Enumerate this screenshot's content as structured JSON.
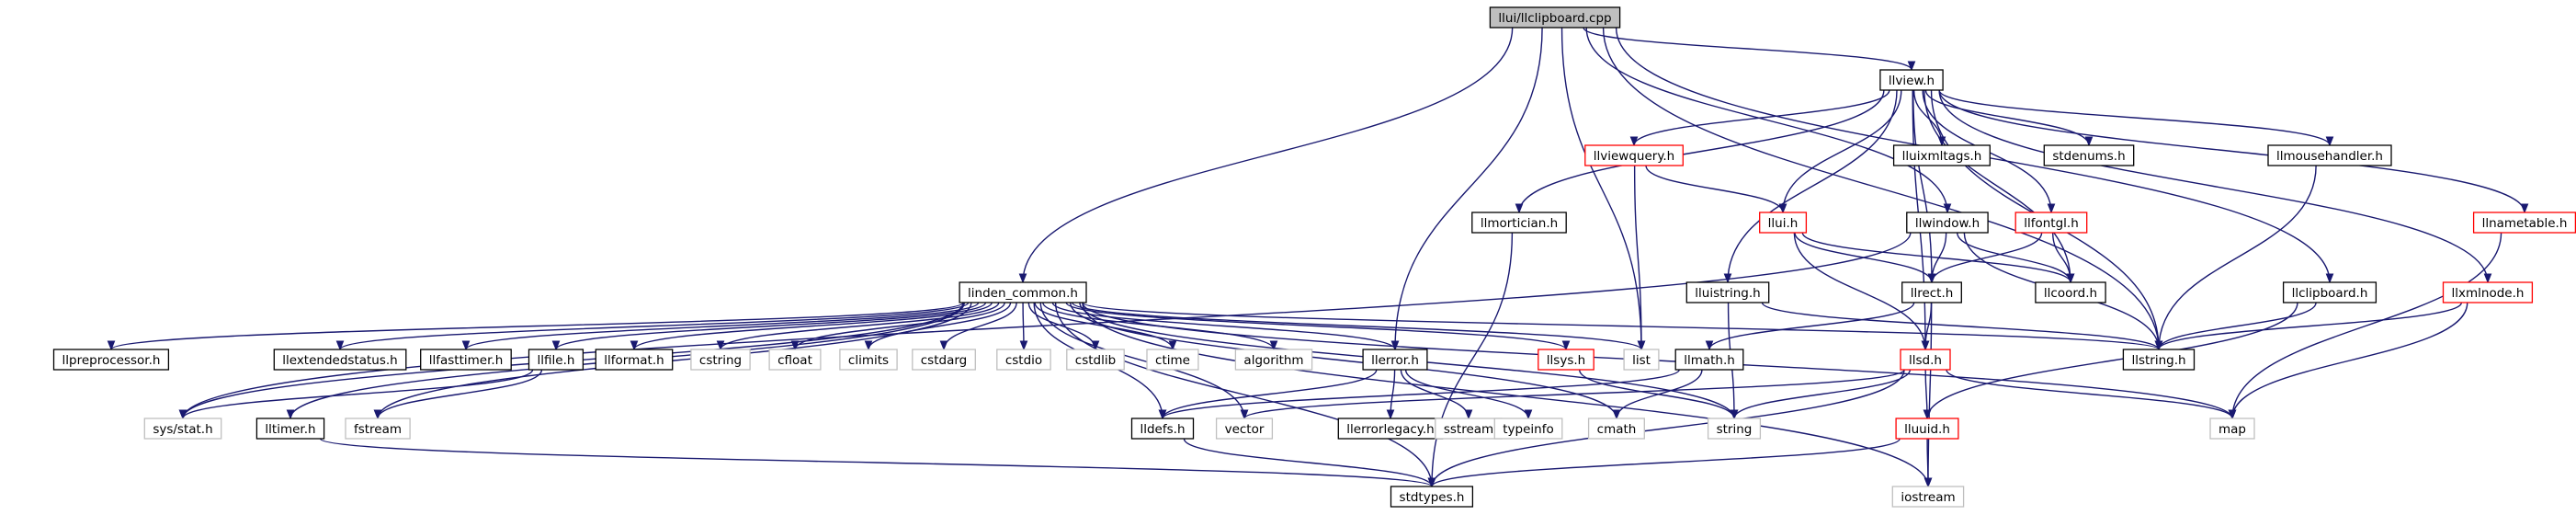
{
  "colors": {
    "edge": "#191970",
    "root_fill": "#bfbfbf",
    "normal_border": "#000000",
    "doc_missing_border": "#ff0000",
    "system_border": "#bfbfbf"
  },
  "graph": {
    "nodes": [
      {
        "id": "llclipboard_cpp",
        "label": "llui/llclipboard.cpp",
        "style": "root"
      },
      {
        "id": "llview_h",
        "label": "llview.h",
        "style": "normal"
      },
      {
        "id": "llviewquery_h",
        "label": "llviewquery.h",
        "style": "red"
      },
      {
        "id": "lluixmltags_h",
        "label": "lluixmltags.h",
        "style": "normal"
      },
      {
        "id": "stdenums_h",
        "label": "stdenums.h",
        "style": "normal"
      },
      {
        "id": "llmousehandler_h",
        "label": "llmousehandler.h",
        "style": "normal"
      },
      {
        "id": "llnametable_h",
        "label": "llnametable.h",
        "style": "red"
      },
      {
        "id": "llmortician_h",
        "label": "llmortician.h",
        "style": "normal"
      },
      {
        "id": "llui_h",
        "label": "llui.h",
        "style": "red"
      },
      {
        "id": "llwindow_h",
        "label": "llwindow.h",
        "style": "normal"
      },
      {
        "id": "llfontgl_h",
        "label": "llfontgl.h",
        "style": "red"
      },
      {
        "id": "linden_common_h",
        "label": "linden_common.h",
        "style": "normal"
      },
      {
        "id": "lluistring_h",
        "label": "lluistring.h",
        "style": "normal"
      },
      {
        "id": "llrect_h",
        "label": "llrect.h",
        "style": "normal"
      },
      {
        "id": "llcoord_h",
        "label": "llcoord.h",
        "style": "normal"
      },
      {
        "id": "llclipboard_h",
        "label": "llclipboard.h",
        "style": "normal"
      },
      {
        "id": "llxmlnode_h",
        "label": "llxmlnode.h",
        "style": "red"
      },
      {
        "id": "llpreprocessor_h",
        "label": "llpreprocessor.h",
        "style": "normal"
      },
      {
        "id": "llextendedstatus_h",
        "label": "llextendedstatus.h",
        "style": "normal"
      },
      {
        "id": "llfasttimer_h",
        "label": "llfasttimer.h",
        "style": "normal"
      },
      {
        "id": "llfile_h",
        "label": "llfile.h",
        "style": "normal"
      },
      {
        "id": "llformat_h",
        "label": "llformat.h",
        "style": "normal"
      },
      {
        "id": "cstring",
        "label": "cstring",
        "style": "system"
      },
      {
        "id": "cfloat",
        "label": "cfloat",
        "style": "system"
      },
      {
        "id": "climits",
        "label": "climits",
        "style": "system"
      },
      {
        "id": "cstdarg",
        "label": "cstdarg",
        "style": "system"
      },
      {
        "id": "cstdio",
        "label": "cstdio",
        "style": "system"
      },
      {
        "id": "cstdlib",
        "label": "cstdlib",
        "style": "system"
      },
      {
        "id": "ctime",
        "label": "ctime",
        "style": "system"
      },
      {
        "id": "algorithm",
        "label": "algorithm",
        "style": "system"
      },
      {
        "id": "llerror_h",
        "label": "llerror.h",
        "style": "normal"
      },
      {
        "id": "llsys_h",
        "label": "llsys.h",
        "style": "red"
      },
      {
        "id": "list",
        "label": "list",
        "style": "system"
      },
      {
        "id": "llmath_h",
        "label": "llmath.h",
        "style": "normal"
      },
      {
        "id": "llsd_h",
        "label": "llsd.h",
        "style": "red"
      },
      {
        "id": "llstring_h",
        "label": "llstring.h",
        "style": "normal"
      },
      {
        "id": "sys_stat_h",
        "label": "sys/stat.h",
        "style": "system"
      },
      {
        "id": "lltimer_h",
        "label": "lltimer.h",
        "style": "normal"
      },
      {
        "id": "fstream",
        "label": "fstream",
        "style": "system"
      },
      {
        "id": "lldefs_h",
        "label": "lldefs.h",
        "style": "normal"
      },
      {
        "id": "vector",
        "label": "vector",
        "style": "system"
      },
      {
        "id": "llerrorlegacy_h",
        "label": "llerrorlegacy.h",
        "style": "normal"
      },
      {
        "id": "sstream",
        "label": "sstream",
        "style": "system"
      },
      {
        "id": "typeinfo",
        "label": "typeinfo",
        "style": "system"
      },
      {
        "id": "cmath",
        "label": "cmath",
        "style": "system"
      },
      {
        "id": "string",
        "label": "string",
        "style": "system"
      },
      {
        "id": "lluuid_h",
        "label": "lluuid.h",
        "style": "red"
      },
      {
        "id": "map",
        "label": "map",
        "style": "system"
      },
      {
        "id": "iostream",
        "label": "iostream",
        "style": "system"
      },
      {
        "id": "stdtypes_h",
        "label": "stdtypes.h",
        "style": "normal"
      }
    ],
    "edges": [
      [
        "llclipboard_cpp",
        "llview_h"
      ],
      [
        "llclipboard_cpp",
        "linden_common_h"
      ],
      [
        "llclipboard_cpp",
        "llerror_h"
      ],
      [
        "llclipboard_cpp",
        "list"
      ],
      [
        "llclipboard_cpp",
        "llstring_h"
      ],
      [
        "llclipboard_cpp",
        "llclipboard_h"
      ],
      [
        "llclipboard_cpp",
        "llwindow_h"
      ],
      [
        "llview_h",
        "llviewquery_h"
      ],
      [
        "llview_h",
        "lluixmltags_h"
      ],
      [
        "llview_h",
        "stdenums_h"
      ],
      [
        "llview_h",
        "llmousehandler_h"
      ],
      [
        "llview_h",
        "llnametable_h"
      ],
      [
        "llview_h",
        "llmortician_h"
      ],
      [
        "llview_h",
        "llui_h"
      ],
      [
        "llview_h",
        "llfontgl_h"
      ],
      [
        "llview_h",
        "lluistring_h"
      ],
      [
        "llview_h",
        "llrect_h"
      ],
      [
        "llview_h",
        "llcoord_h"
      ],
      [
        "llview_h",
        "llxmlnode_h"
      ],
      [
        "llview_h",
        "llsd_h"
      ],
      [
        "llview_h",
        "llstring_h"
      ],
      [
        "llviewquery_h",
        "llui_h"
      ],
      [
        "llviewquery_h",
        "list"
      ],
      [
        "llmousehandler_h",
        "llstring_h"
      ],
      [
        "llnametable_h",
        "map"
      ],
      [
        "llmortician_h",
        "stdtypes_h"
      ],
      [
        "llui_h",
        "llrect_h"
      ],
      [
        "llui_h",
        "llcoord_h"
      ],
      [
        "llui_h",
        "llsd_h"
      ],
      [
        "llwindow_h",
        "llrect_h"
      ],
      [
        "llwindow_h",
        "llcoord_h"
      ],
      [
        "llwindow_h",
        "llstring_h"
      ],
      [
        "llwindow_h",
        "sys_stat_h"
      ],
      [
        "llfontgl_h",
        "llrect_h"
      ],
      [
        "llfontgl_h",
        "llcoord_h"
      ],
      [
        "lluistring_h",
        "string"
      ],
      [
        "lluistring_h",
        "llstring_h"
      ],
      [
        "llrect_h",
        "llmath_h"
      ],
      [
        "llrect_h",
        "llsd_h"
      ],
      [
        "llrect_h",
        "iostream"
      ],
      [
        "llclipboard_h",
        "llstring_h"
      ],
      [
        "llclipboard_h",
        "lluuid_h"
      ],
      [
        "llxmlnode_h",
        "llstring_h"
      ],
      [
        "llxmlnode_h",
        "map"
      ],
      [
        "linden_common_h",
        "llpreprocessor_h"
      ],
      [
        "linden_common_h",
        "llextendedstatus_h"
      ],
      [
        "linden_common_h",
        "llfasttimer_h"
      ],
      [
        "linden_common_h",
        "llfile_h"
      ],
      [
        "linden_common_h",
        "llformat_h"
      ],
      [
        "linden_common_h",
        "cstring"
      ],
      [
        "linden_common_h",
        "cfloat"
      ],
      [
        "linden_common_h",
        "climits"
      ],
      [
        "linden_common_h",
        "cstdarg"
      ],
      [
        "linden_common_h",
        "cstdio"
      ],
      [
        "linden_common_h",
        "cstdlib"
      ],
      [
        "linden_common_h",
        "ctime"
      ],
      [
        "linden_common_h",
        "algorithm"
      ],
      [
        "linden_common_h",
        "llerror_h"
      ],
      [
        "linden_common_h",
        "llsys_h"
      ],
      [
        "linden_common_h",
        "list"
      ],
      [
        "linden_common_h",
        "llstring_h"
      ],
      [
        "linden_common_h",
        "vector"
      ],
      [
        "linden_common_h",
        "lldefs_h"
      ],
      [
        "linden_common_h",
        "stdtypes_h"
      ],
      [
        "linden_common_h",
        "sys_stat_h"
      ],
      [
        "linden_common_h",
        "lltimer_h"
      ],
      [
        "linden_common_h",
        "fstream"
      ],
      [
        "linden_common_h",
        "string"
      ],
      [
        "linden_common_h",
        "cmath"
      ],
      [
        "linden_common_h",
        "map"
      ],
      [
        "linden_common_h",
        "iostream"
      ],
      [
        "llfile_h",
        "sys_stat_h"
      ],
      [
        "llfile_h",
        "fstream"
      ],
      [
        "llerror_h",
        "llerrorlegacy_h"
      ],
      [
        "llerror_h",
        "sstream"
      ],
      [
        "llerror_h",
        "typeinfo"
      ],
      [
        "llerror_h",
        "lldefs_h"
      ],
      [
        "llsys_h",
        "string"
      ],
      [
        "llmath_h",
        "cmath"
      ],
      [
        "llmath_h",
        "lldefs_h"
      ],
      [
        "llsd_h",
        "map"
      ],
      [
        "llsd_h",
        "string"
      ],
      [
        "llsd_h",
        "vector"
      ],
      [
        "llsd_h",
        "lluuid_h"
      ],
      [
        "llsd_h",
        "stdtypes_h"
      ],
      [
        "lluuid_h",
        "iostream"
      ],
      [
        "lluuid_h",
        "stdtypes_h"
      ],
      [
        "lltimer_h",
        "stdtypes_h"
      ],
      [
        "lldefs_h",
        "stdtypes_h"
      ]
    ]
  }
}
